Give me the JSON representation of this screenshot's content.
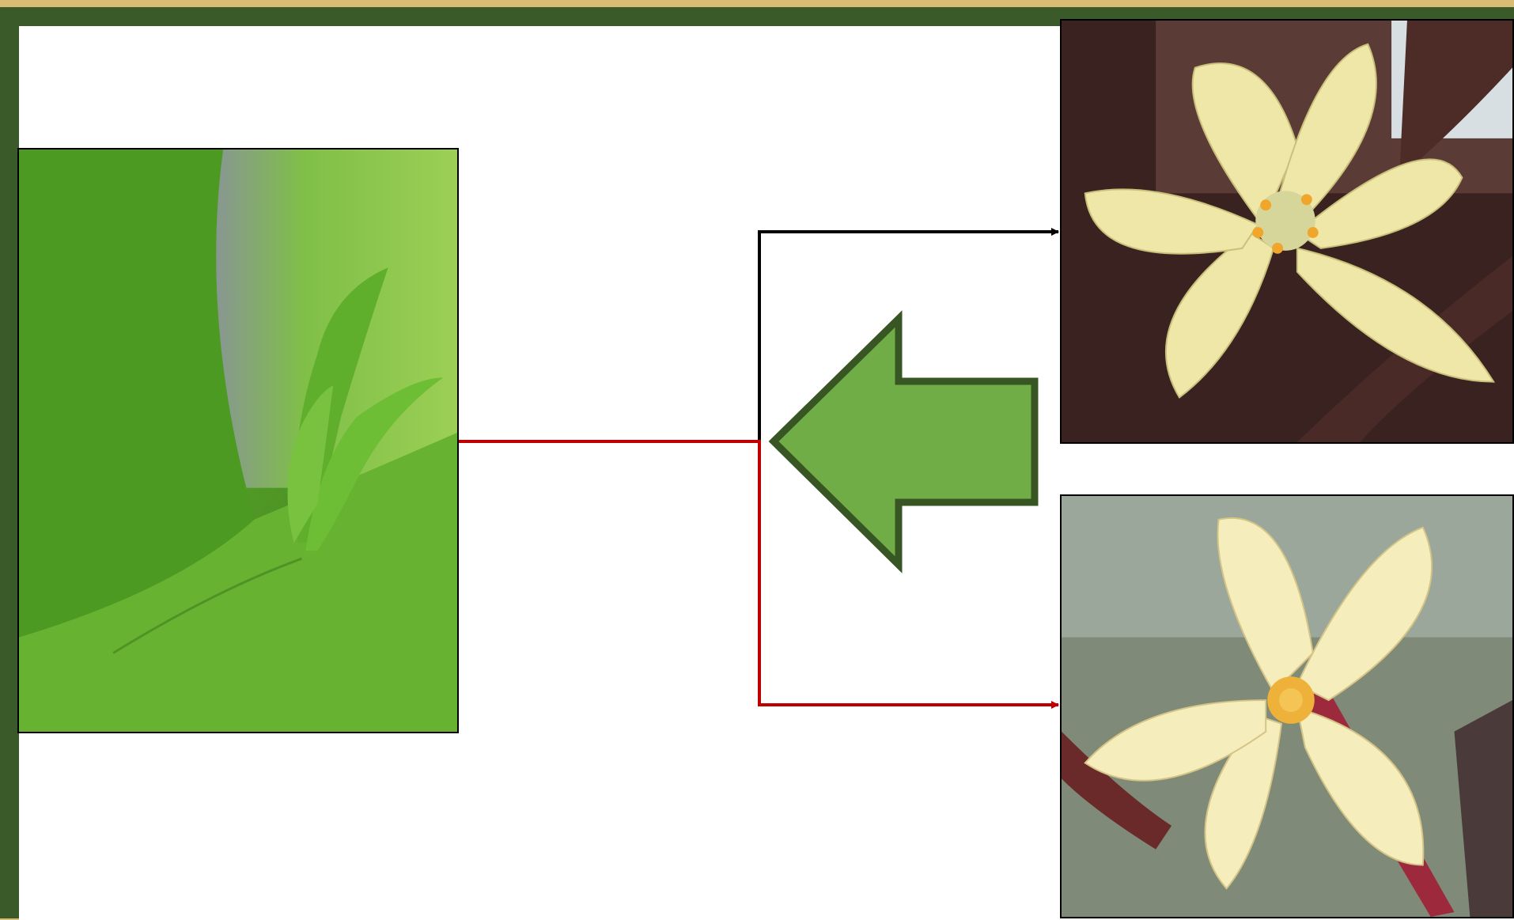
{
  "diagram": {
    "description_labels": [],
    "colors": {
      "frame_outer": "#d9bd74",
      "frame_inner": "#3b5a2a",
      "canvas": "#ffffff",
      "connector_primary": "#000000",
      "connector_secondary": "#c00000",
      "arrow_fill": "#70ad47",
      "arrow_stroke": "#375623"
    },
    "nodes": [
      {
        "id": "bud",
        "icon": "flower-bud-photo"
      },
      {
        "id": "flower_top",
        "icon": "yellow-flower-photo"
      },
      {
        "id": "flower_bottom",
        "icon": "cream-flower-photo"
      }
    ],
    "connectors": [
      {
        "from": "bud",
        "to": "flower_top",
        "color": "#000000"
      },
      {
        "from": "bud",
        "to": "flower_bottom",
        "color": "#c00000"
      }
    ],
    "big_arrow": {
      "direction": "left",
      "icon": "left-arrow-icon"
    }
  }
}
